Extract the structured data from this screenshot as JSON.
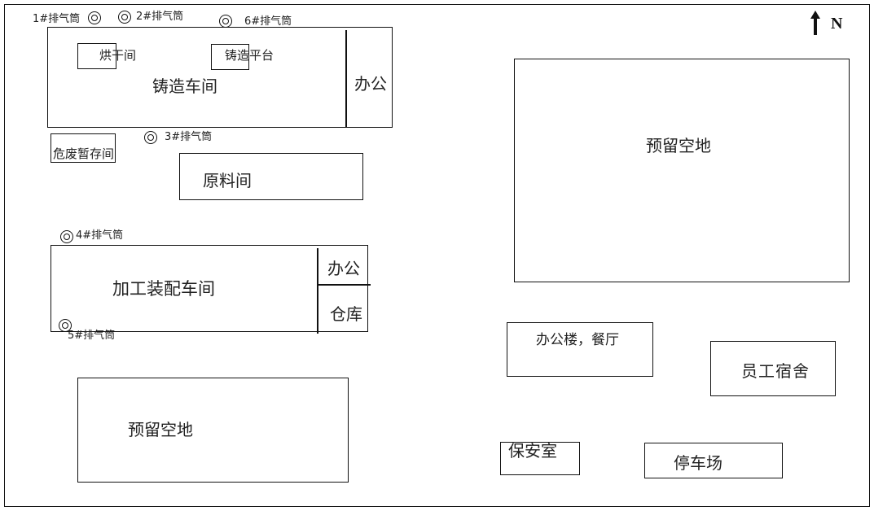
{
  "compass": {
    "north_label": "N"
  },
  "exhaust_stacks": {
    "stack_1": "1#排气筒",
    "stack_2": "2#排气筒",
    "stack_3": "3#排气筒",
    "stack_4": "4#排气筒",
    "stack_5": "5#排气筒",
    "stack_6": "6#排气筒"
  },
  "casting_workshop": {
    "label": "铸造车间",
    "office_label": "办公",
    "drying_room_label": "烘干间",
    "casting_platform_label": "铸造平台"
  },
  "hazardous_waste_storage": {
    "label": "危废暂存间"
  },
  "raw_material_room": {
    "label": "原料间"
  },
  "assembly_workshop": {
    "label": "加工装配车间",
    "office_label": "办公",
    "warehouse_label": "仓库"
  },
  "reserved_land_west": {
    "label": "预留空地"
  },
  "reserved_land_east": {
    "label": "预留空地"
  },
  "office_canteen": {
    "label": "办公楼，餐厅"
  },
  "staff_dormitory": {
    "label": "员工宿舍"
  },
  "guard_room": {
    "label": "保安室"
  },
  "parking_lot": {
    "label": "停车场"
  }
}
